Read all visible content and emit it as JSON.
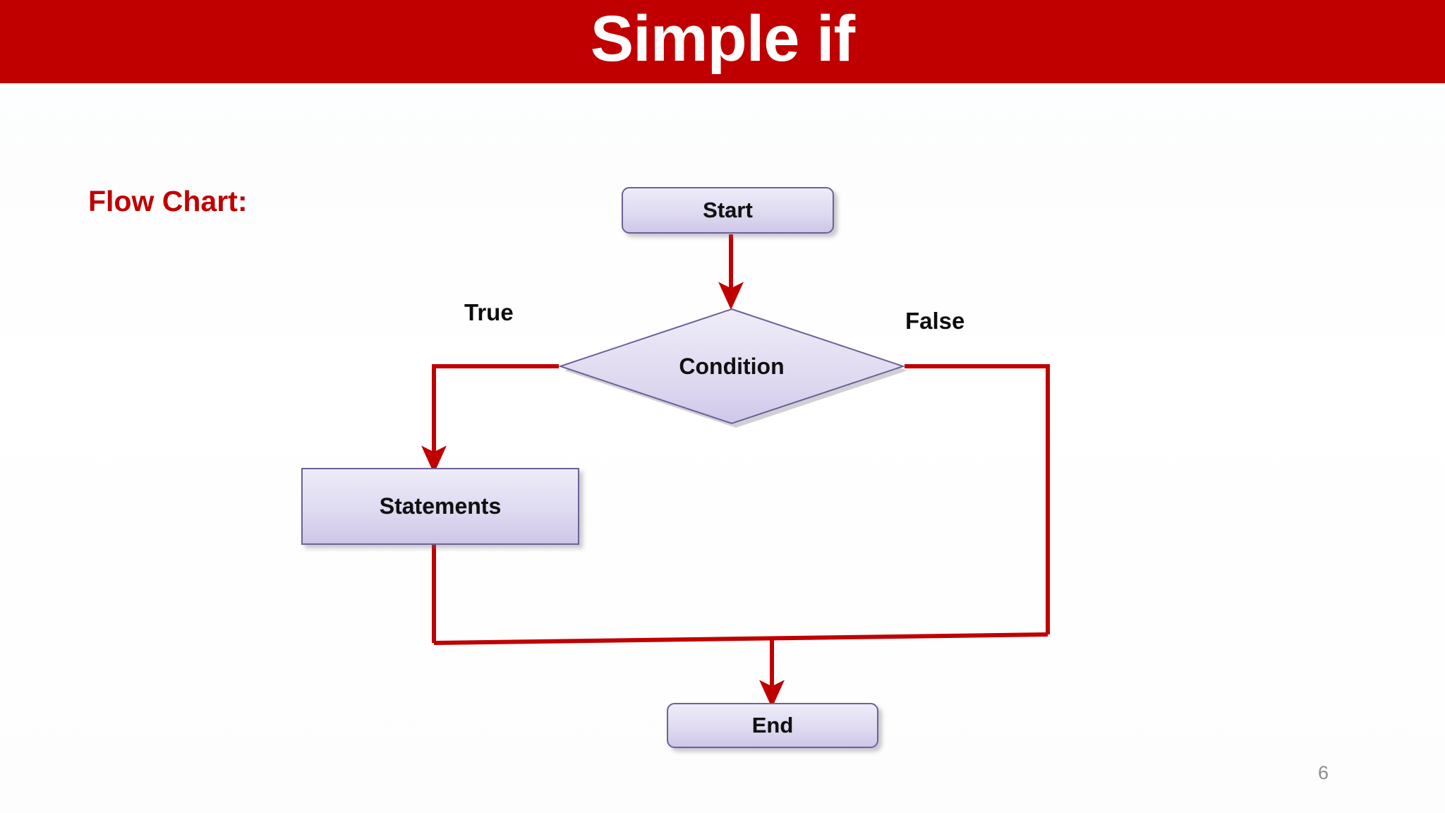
{
  "slide": {
    "title": "Simple if",
    "page_number": "6",
    "banner_color": "#c00000",
    "label_color": "#c00000",
    "connector_color": "#c00000",
    "shape_fill_top": "#eeecf8",
    "shape_fill_bottom": "#cec6e8",
    "shape_border": "#6f6095",
    "background": "#ffffff"
  },
  "section": {
    "label": "Flow Chart:"
  },
  "chart_data": {
    "type": "diagram",
    "diagram_kind": "flowchart",
    "title": "Simple if",
    "nodes": [
      {
        "id": "start",
        "label": "Start",
        "shape": "rounded-rectangle"
      },
      {
        "id": "condition",
        "label": "Condition",
        "shape": "diamond"
      },
      {
        "id": "statements",
        "label": "Statements",
        "shape": "rectangle"
      },
      {
        "id": "end",
        "label": "End",
        "shape": "rounded-rectangle"
      }
    ],
    "edges": [
      {
        "from": "start",
        "to": "condition",
        "label": "",
        "arrow": true
      },
      {
        "from": "condition",
        "to": "statements",
        "label": "True",
        "arrow": true
      },
      {
        "from": "condition",
        "to": "end",
        "label": "False",
        "arrow": true
      },
      {
        "from": "statements",
        "to": "end",
        "label": "",
        "arrow": true
      }
    ],
    "edge_labels": [
      "True",
      "False"
    ]
  },
  "nodes": {
    "start": {
      "label": "Start"
    },
    "condition": {
      "label": "Condition"
    },
    "statements": {
      "label": "Statements"
    },
    "end": {
      "label": "End"
    }
  },
  "branches": {
    "true_label": "True",
    "false_label": "False"
  }
}
